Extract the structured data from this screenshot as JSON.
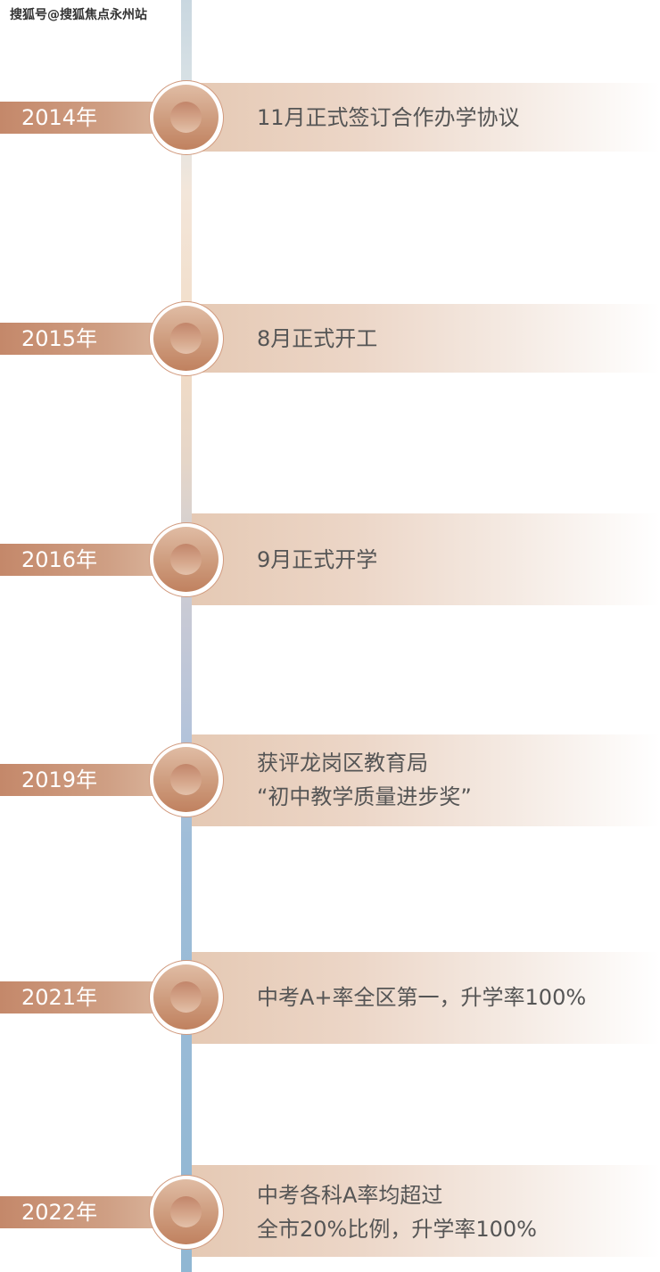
{
  "watermark": "搜狐号@搜狐焦点永州站",
  "events": [
    {
      "year": "2014年",
      "lines": [
        "11月正式签订合作办学协议"
      ]
    },
    {
      "year": "2015年",
      "lines": [
        "8月正式开工"
      ]
    },
    {
      "year": "2016年",
      "lines": [
        "9月正式开学"
      ]
    },
    {
      "year": "2019年",
      "lines": [
        "获评龙岗区教育局",
        "“初中教学质量进步奖”"
      ]
    },
    {
      "year": "2021年",
      "lines": [
        "中考A+率全区第一，升学率100%"
      ]
    },
    {
      "year": "2022年",
      "lines": [
        "中考各科A率均超过",
        "全市20%比例，升学率100%"
      ]
    }
  ],
  "colors": {
    "accent": "#c4886a",
    "line_blue": "#90b7d3",
    "text": "#555555"
  }
}
